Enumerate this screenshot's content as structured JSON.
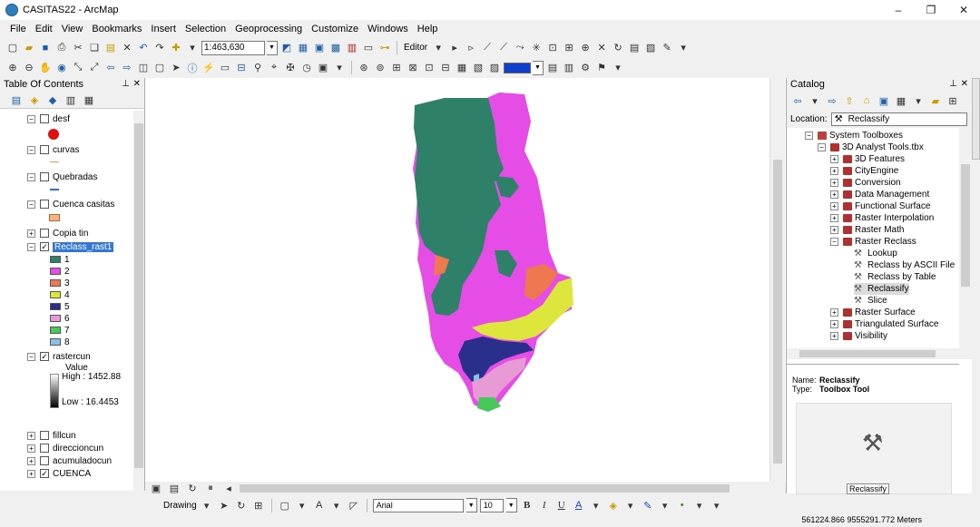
{
  "window": {
    "title": "CASITAS22 - ArcMap",
    "minimize": "–",
    "restore": "❐",
    "close": "✕"
  },
  "menu": [
    "File",
    "Edit",
    "View",
    "Bookmarks",
    "Insert",
    "Selection",
    "Geoprocessing",
    "Customize",
    "Windows",
    "Help"
  ],
  "standard_toolbar": {
    "scale": "1:463,630",
    "editor_label": "Editor"
  },
  "toc": {
    "title": "Table Of Contents",
    "layers": {
      "desf": "desf",
      "curvas": "curvas",
      "quebradas": "Quebradas",
      "cuenca_casitas": "Cuenca casitas",
      "copia_tin": "Copia tin",
      "reclass": "Reclass_rast1",
      "rastercun": "rastercun",
      "value_label": "Value",
      "high": "High : 1452.88",
      "low": "Low : 16.4453",
      "fillcun": "fillcun",
      "direccioncun": "direccioncun",
      "acumuladocun": "acumuladocun",
      "cuenca": "CUENCA"
    },
    "reclass_classes": [
      {
        "label": "1",
        "color": "#2e8068"
      },
      {
        "label": "2",
        "color": "#e64ce6"
      },
      {
        "label": "3",
        "color": "#f07850"
      },
      {
        "label": "4",
        "color": "#dde63c"
      },
      {
        "label": "5",
        "color": "#2a2f8c"
      },
      {
        "label": "6",
        "color": "#e89ad4"
      },
      {
        "label": "7",
        "color": "#46c85a"
      },
      {
        "label": "8",
        "color": "#8cc0e8"
      }
    ]
  },
  "catalog": {
    "title": "Catalog",
    "location_label": "Location:",
    "location_value": "Reclassify",
    "tree": {
      "system_toolboxes": "System Toolboxes",
      "analyst_3d": "3D Analyst Tools.tbx",
      "features_3d": "3D Features",
      "cityengine": "CityEngine",
      "conversion": "Conversion",
      "data_management": "Data Management",
      "functional_surface": "Functional Surface",
      "raster_interpolation": "Raster Interpolation",
      "raster_math": "Raster Math",
      "raster_reclass": "Raster Reclass",
      "lookup": "Lookup",
      "reclass_ascii": "Reclass by ASCII File",
      "reclass_table": "Reclass by Table",
      "reclassify": "Reclassify",
      "slice": "Slice",
      "raster_surface": "Raster Surface",
      "triangulated_surface": "Triangulated Surface",
      "visibility": "Visibility"
    },
    "info": {
      "name_key": "Name:",
      "name_value": "Reclassify",
      "type_key": "Type:",
      "type_value": "Toolbox Tool",
      "caption": "Reclassify"
    }
  },
  "drawing_toolbar": {
    "drawing_label": "Drawing",
    "font_name": "Arial",
    "font_size": "10",
    "bold": "B",
    "italic": "I",
    "underline": "U"
  },
  "status": {
    "coords": "561224.866 9555291.772 Meters"
  }
}
